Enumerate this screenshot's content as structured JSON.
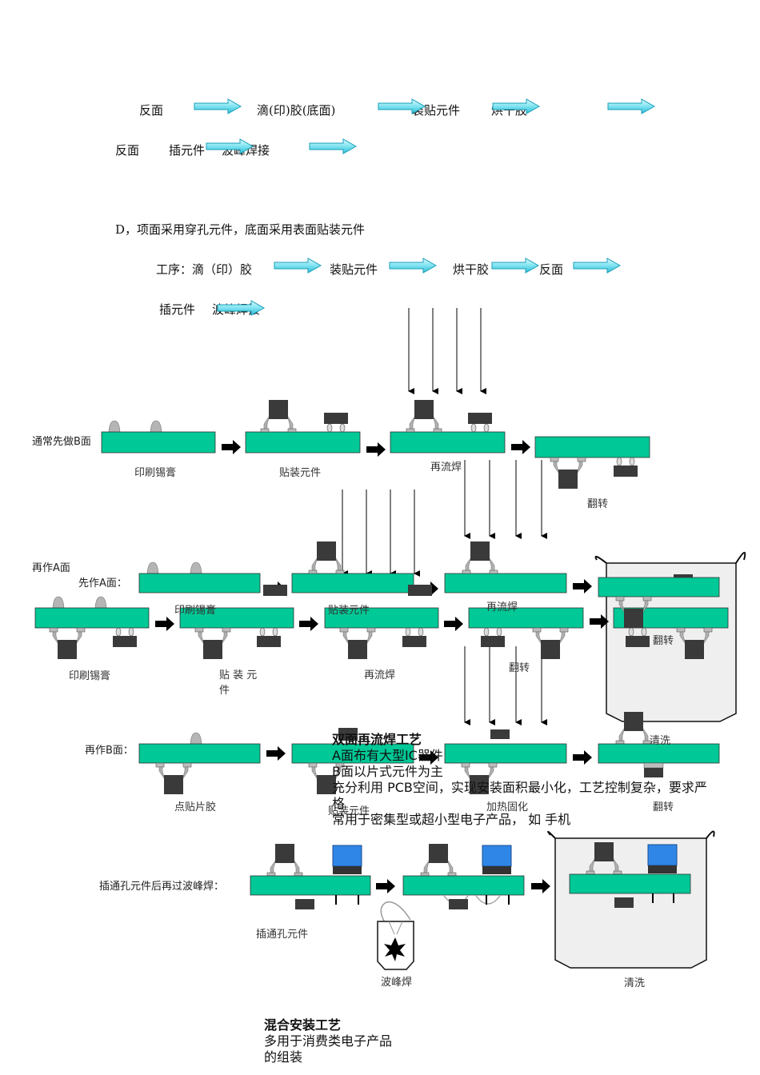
{
  "flow_rows": {
    "row1": {
      "a": "反面",
      "b": "滴(印)胶(底面)",
      "c": "装贴元件",
      "d": "烘干胶"
    },
    "row2": {
      "a": "反面",
      "b": "插元件",
      "c": "波峰焊接"
    },
    "heading_d": "D，项面采用穿孔元件，底面采用表面贴装元件",
    "row3": {
      "a": "工序：滴（印）胶",
      "b": "装贴元件",
      "c": "烘干胶",
      "d": "反面"
    },
    "row4": {
      "a": "插元件",
      "b": "波峰焊接"
    }
  },
  "section1": {
    "side_label": "通常先做B面",
    "captions": [
      "印刷锡膏",
      "贴装元件",
      "再流焊",
      "翻转"
    ]
  },
  "section2": {
    "label_redo_a": "再作A面",
    "label_first_a": "先作A面：",
    "upper_captions": [
      "印刷锡膏",
      "贴装元件",
      "再流焊",
      "翻转"
    ],
    "lower_captions": [
      "印刷锡膏",
      "贴 装 元",
      "件",
      "再流焊",
      "翻转"
    ]
  },
  "section3": {
    "side_label": "再作B面：",
    "captions": [
      "点贴片胶",
      "贴装元件",
      "加热固化",
      "翻转",
      "清洗"
    ],
    "note_title": "双面再流焊工艺",
    "note_lines": [
      "A面布有大型IC器件",
      "B面以片式元件为主",
      "充分利用  PCB空间，实现安装面积最小化，工艺控制复杂，要求严格",
      "常用于密集型或超小型电子产品，  如  手机"
    ]
  },
  "section4": {
    "side_label": "插通孔元件后再过波峰焊：",
    "captions": [
      "插通孔元件",
      "波峰焊",
      "清洗"
    ]
  },
  "footer_note": {
    "title": "混合安装工艺",
    "lines": [
      "多用于消费类电子产品",
      "的组装"
    ]
  },
  "colors": {
    "pcb": "#00c896",
    "chip": "#3a3a3a",
    "pad": "#bdbdbd",
    "lead": "#9e9e9e",
    "arrow_cyan": "#7fe3f0",
    "through_hole": "#2f86e6",
    "tank": "#efefef"
  }
}
